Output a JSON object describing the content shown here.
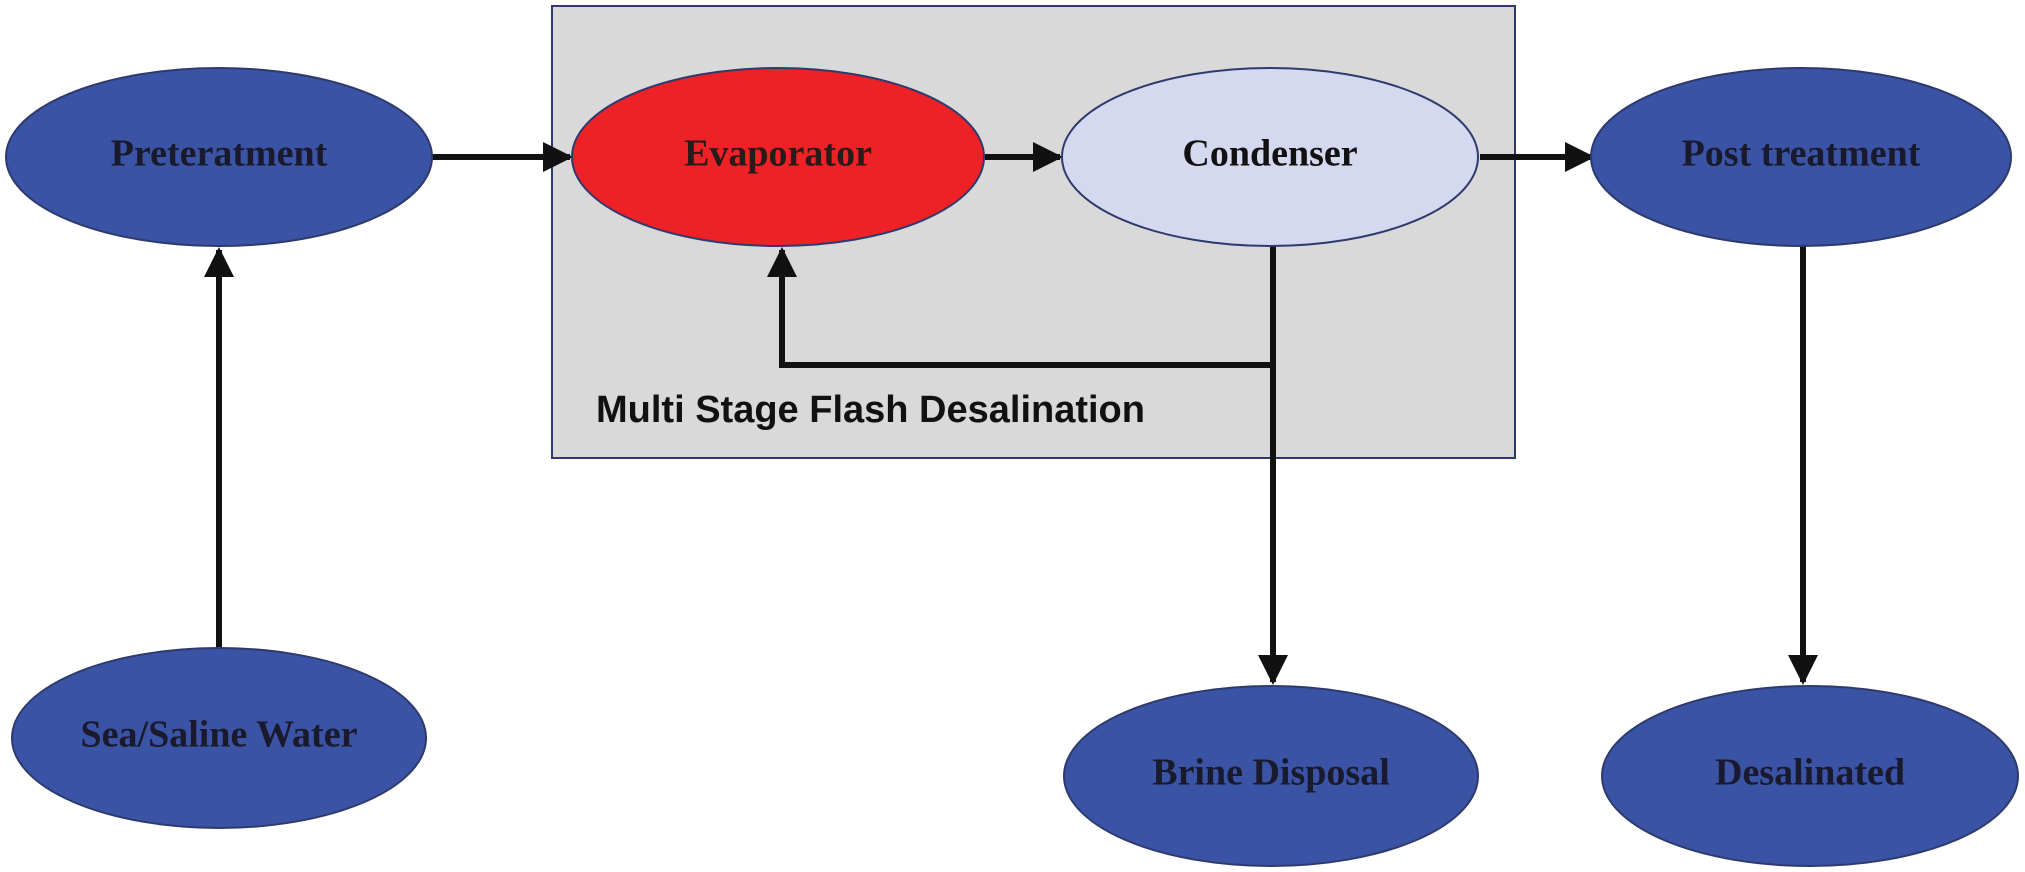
{
  "diagram": {
    "group": {
      "label": "Multi Stage Flash Desalination",
      "fill": "#d9d9d9",
      "border": "#2e3a6e"
    },
    "nodes": {
      "pretreatment": {
        "label": "Preteratment",
        "fill": "#3a53a4",
        "text_color": "#1a1a2e"
      },
      "sea_water": {
        "label": "Sea/Saline Water",
        "fill": "#3a53a4",
        "text_color": "#1a1a2e"
      },
      "evaporator": {
        "label": "Evaporator",
        "fill": "#ee2126",
        "text_color": "#2a1a1a"
      },
      "condenser": {
        "label": "Condenser",
        "fill": "#d4d9ef",
        "text_color": "#111111"
      },
      "post_treatment": {
        "label": "Post treatment",
        "fill": "#3a53a4",
        "text_color": "#1a1a2e"
      },
      "brine_disposal": {
        "label": "Brine Disposal",
        "fill": "#3a53a4",
        "text_color": "#1a1a2e"
      },
      "desalinated": {
        "label": "Desalinated",
        "fill": "#3a53a4",
        "text_color": "#1a1a2e"
      }
    },
    "edges": [
      {
        "from": "sea_water",
        "to": "pretreatment"
      },
      {
        "from": "pretreatment",
        "to": "evaporator"
      },
      {
        "from": "evaporator",
        "to": "condenser"
      },
      {
        "from": "condenser",
        "to": "post_treatment"
      },
      {
        "from": "condenser",
        "to": "evaporator"
      },
      {
        "from": "condenser",
        "to": "brine_disposal"
      },
      {
        "from": "post_treatment",
        "to": "desalinated"
      }
    ],
    "colors": {
      "edge": "#111111",
      "node_outline": "#2e3a6e"
    }
  }
}
